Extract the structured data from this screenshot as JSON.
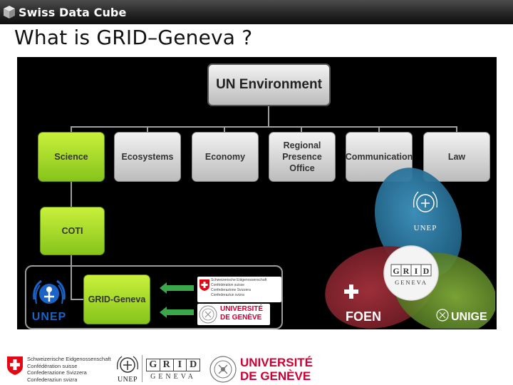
{
  "header": {
    "brand": "Swiss Data Cube"
  },
  "slide": {
    "title": "What is GRID–Geneva ?"
  },
  "org_chart": {
    "root": "UN Environment",
    "departments": [
      "Science",
      "Ecosystems",
      "Economy",
      "Regional Presence Office",
      "Communication",
      "Law"
    ],
    "regional_lines": [
      "Regional",
      "Presence",
      "Office"
    ],
    "unit": "COTI",
    "subunit": "GRID-Geneva"
  },
  "partners": {
    "unep": "UNEP",
    "swiss_lines": [
      "Schweizerische Eidgenossenschaft",
      "Confédération suisse",
      "Confederazione Svizzera",
      "Confederaziun svizra"
    ],
    "unige_line1": "UNIVERSITÉ",
    "unige_line2": "DE GENÈVE",
    "grid_letters": [
      "G",
      "R",
      "I",
      "D"
    ],
    "geneva": "GENEVA"
  },
  "venn": {
    "top": "UNEP",
    "left": "FOEN",
    "right": "UNIGE",
    "center_top": "GRID",
    "center_bottom": "GENEVA"
  },
  "colors": {
    "green": "#8cc63f",
    "gray": "#d6d6d6",
    "unep_blue": "#1a63c7",
    "swiss_red": "#e30613",
    "unige_red": "#cc0033",
    "venn_blue": "#2f7fa8",
    "venn_red": "#8a2830",
    "venn_green": "#6e9a2f"
  }
}
